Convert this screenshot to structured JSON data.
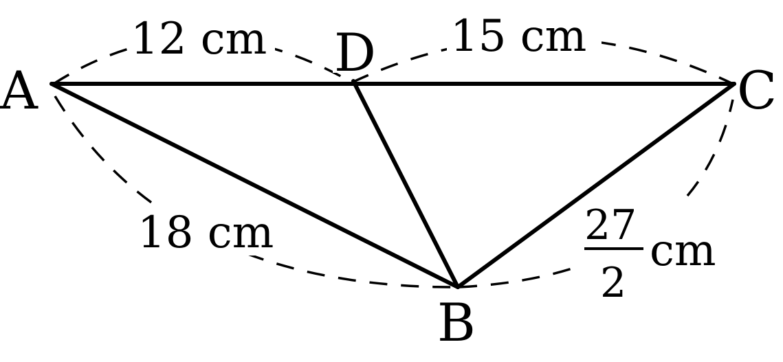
{
  "points": {
    "A": "A",
    "B": "B",
    "C": "C",
    "D": "D"
  },
  "lengths": {
    "AD": "12 cm",
    "DC": "15 cm",
    "AB": "18 cm",
    "BC": {
      "numerator": "27",
      "denominator": "2",
      "unit": "cm"
    }
  }
}
